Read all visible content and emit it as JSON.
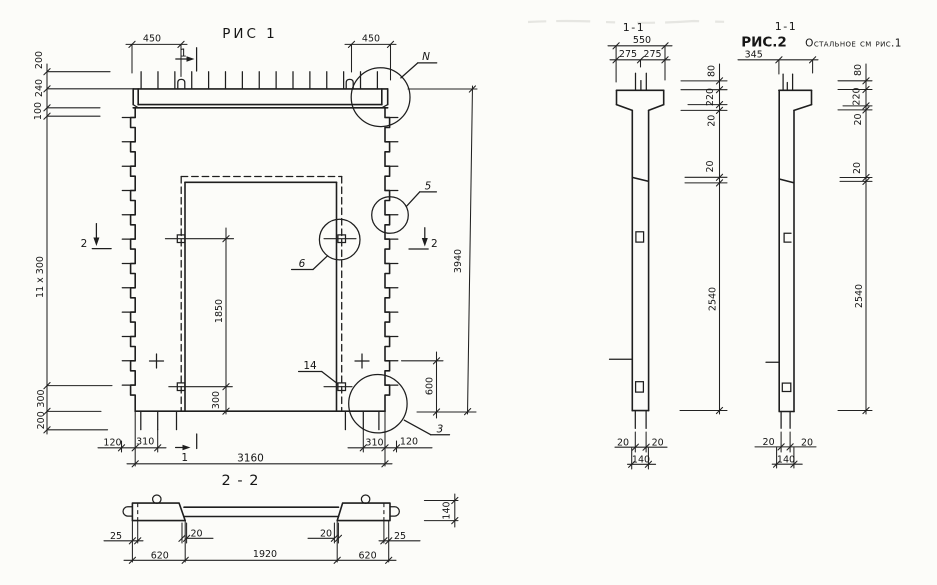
{
  "fig1": {
    "title": "РИС 1",
    "dim_450_left": "450",
    "dim_450_right": "450",
    "section1_top_label": "1",
    "section1_bottom_label": "1",
    "section2_left_label": "2",
    "section2_right_label": "2",
    "callout_n": "N",
    "callout_5": "5",
    "callout_6": "6",
    "callout_14": "14",
    "callout_3": "3",
    "dim_200_top": "200",
    "dim_240": "240",
    "dim_100": "100",
    "dim_11x300": "11 x 300",
    "dim_300_left": "300",
    "dim_200_bottom": "200",
    "dim_3940": "3940",
    "dim_1850": "1850",
    "dim_300_opening": "300",
    "dim_600": "600",
    "dim_120_left": "120",
    "dim_310_left": "310",
    "dim_310_right": "310",
    "dim_120_right": "120",
    "dim_3160": "3160"
  },
  "section22": {
    "title": "2 - 2",
    "dim_25_left": "25",
    "dim_620_left": "620",
    "dim_20_left": "20",
    "dim_1920": "1920",
    "dim_20_right": "20",
    "dim_620_right": "620",
    "dim_25_right": "25",
    "dim_140": "140"
  },
  "fig2": {
    "left_section": {
      "title": "1-1",
      "dim_550": "550",
      "dim_275_left": "275",
      "dim_275_right": "275",
      "dim_80": "80",
      "dim_220": "220",
      "dim_20_head": "20",
      "dim_20_lintel": "20",
      "dim_2540": "2540",
      "dim_20_foot_left": "20",
      "dim_20_foot_right": "20",
      "dim_140": "140"
    },
    "right_section": {
      "title": "1-1",
      "fig_label": "РИС.2",
      "note": "Остальное см рис.1",
      "dim_345": "345",
      "dim_80": "80",
      "dim_220": "220",
      "dim_20_head": "20",
      "dim_20_lintel": "20",
      "dim_2540": "2540",
      "dim_20_foot_left": "20",
      "dim_20_foot_right": "20",
      "dim_140": "140"
    }
  }
}
